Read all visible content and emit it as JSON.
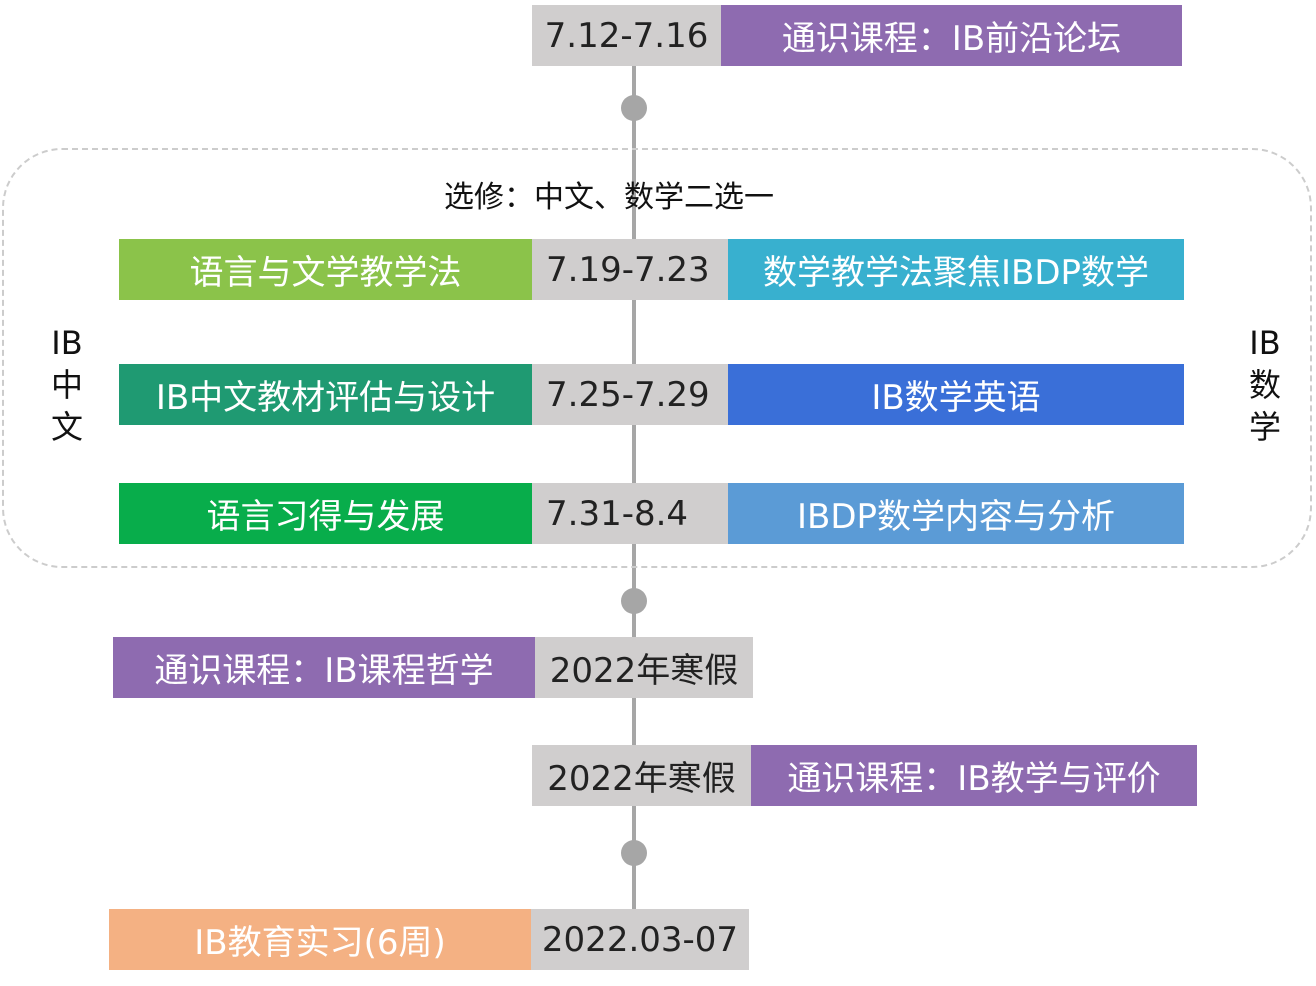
{
  "colors": {
    "purple": "#8e6bb0",
    "lime_green": "#8bc34a",
    "sky_blue": "#38b0cf",
    "teal": "#1f9a72",
    "royal_blue": "#3a6fd8",
    "green": "#08ad4b",
    "steel_blue": "#5b9bd6",
    "peach": "#f4b183",
    "date_gray": "#d0cece",
    "line_gray": "#a6a6a6"
  },
  "general_course_1": {
    "date": "7.12-7.16",
    "title": "通识课程：IB前沿论坛"
  },
  "electives": {
    "title": "选修：中文、数学二选一",
    "left_track": "IB\n中\n文",
    "right_track": "IB\n数\n学",
    "rows": [
      {
        "date": "7.19-7.23",
        "chinese": "语言与文学教学法",
        "math": "数学教学法聚焦IBDP数学"
      },
      {
        "date": "7.25-7.29",
        "chinese": "IB中文教材评估与设计",
        "math": "IB数学英语"
      },
      {
        "date": "7.31-8.4",
        "chinese": "语言习得与发展",
        "math": "IBDP数学内容与分析"
      }
    ]
  },
  "general_course_2": {
    "title": "通识课程：IB课程哲学",
    "date": "2022年寒假"
  },
  "general_course_3": {
    "date": "2022年寒假",
    "title": "通识课程：IB教学与评价"
  },
  "internship": {
    "title": "IB教育实习(6周)",
    "date": "2022.03-07"
  }
}
